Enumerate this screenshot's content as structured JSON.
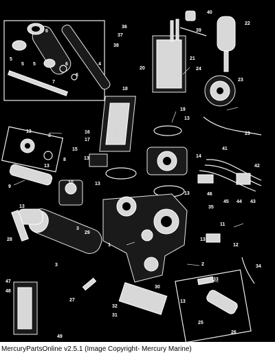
{
  "caption": "MercuryPartsOnline v2.5.1 (Image Copyright- Mercury Marine)",
  "callouts": [
    {
      "id": "c1",
      "text": "1"
    },
    {
      "id": "c2",
      "text": "2"
    },
    {
      "id": "c3a",
      "text": "3"
    },
    {
      "id": "c3b",
      "text": "3"
    },
    {
      "id": "c3c",
      "text": "3"
    },
    {
      "id": "c4",
      "text": "4"
    },
    {
      "id": "c5a",
      "text": "5"
    },
    {
      "id": "c5b",
      "text": "5"
    },
    {
      "id": "c5c",
      "text": "5"
    },
    {
      "id": "c6a",
      "text": "6"
    },
    {
      "id": "c6b",
      "text": "6"
    },
    {
      "id": "c6c",
      "text": "6"
    },
    {
      "id": "c7",
      "text": "7"
    },
    {
      "id": "c8",
      "text": "8"
    },
    {
      "id": "c9",
      "text": "9"
    },
    {
      "id": "c10",
      "text": "10"
    },
    {
      "id": "c11",
      "text": "11"
    },
    {
      "id": "c12",
      "text": "12"
    },
    {
      "id": "c13a",
      "text": "13"
    },
    {
      "id": "c13b",
      "text": "13"
    },
    {
      "id": "c13c",
      "text": "13"
    },
    {
      "id": "c13d",
      "text": "13"
    },
    {
      "id": "c13e",
      "text": "13"
    },
    {
      "id": "c13f",
      "text": "13"
    },
    {
      "id": "c13g",
      "text": "13"
    },
    {
      "id": "c13h",
      "text": "13"
    },
    {
      "id": "c13i",
      "text": "13"
    },
    {
      "id": "c14",
      "text": "14"
    },
    {
      "id": "c15",
      "text": "15"
    },
    {
      "id": "c16",
      "text": "16"
    },
    {
      "id": "c17",
      "text": "17"
    },
    {
      "id": "c18",
      "text": "18"
    },
    {
      "id": "c19",
      "text": "19"
    },
    {
      "id": "c20",
      "text": "20"
    },
    {
      "id": "c21",
      "text": "21"
    },
    {
      "id": "c22",
      "text": "22"
    },
    {
      "id": "c23a",
      "text": "23"
    },
    {
      "id": "c23b",
      "text": "23"
    },
    {
      "id": "c24",
      "text": "24"
    },
    {
      "id": "c25",
      "text": "25"
    },
    {
      "id": "c26",
      "text": "26"
    },
    {
      "id": "c27",
      "text": "27"
    },
    {
      "id": "c28",
      "text": "28"
    },
    {
      "id": "c29",
      "text": "29"
    },
    {
      "id": "c30",
      "text": "30"
    },
    {
      "id": "c31",
      "text": "31"
    },
    {
      "id": "c32",
      "text": "32"
    },
    {
      "id": "c33",
      "text": "33"
    },
    {
      "id": "c34",
      "text": "34"
    },
    {
      "id": "c35",
      "text": "35"
    },
    {
      "id": "c36",
      "text": "36"
    },
    {
      "id": "c37",
      "text": "37"
    },
    {
      "id": "c38",
      "text": "38"
    },
    {
      "id": "c39",
      "text": "39"
    },
    {
      "id": "c40",
      "text": "40"
    },
    {
      "id": "c41",
      "text": "41"
    },
    {
      "id": "c42",
      "text": "42"
    },
    {
      "id": "c43",
      "text": "43"
    },
    {
      "id": "c44",
      "text": "44"
    },
    {
      "id": "c45",
      "text": "45"
    },
    {
      "id": "c46",
      "text": "46"
    },
    {
      "id": "c47",
      "text": "47"
    },
    {
      "id": "c48",
      "text": "48"
    },
    {
      "id": "c49",
      "text": "49"
    }
  ]
}
